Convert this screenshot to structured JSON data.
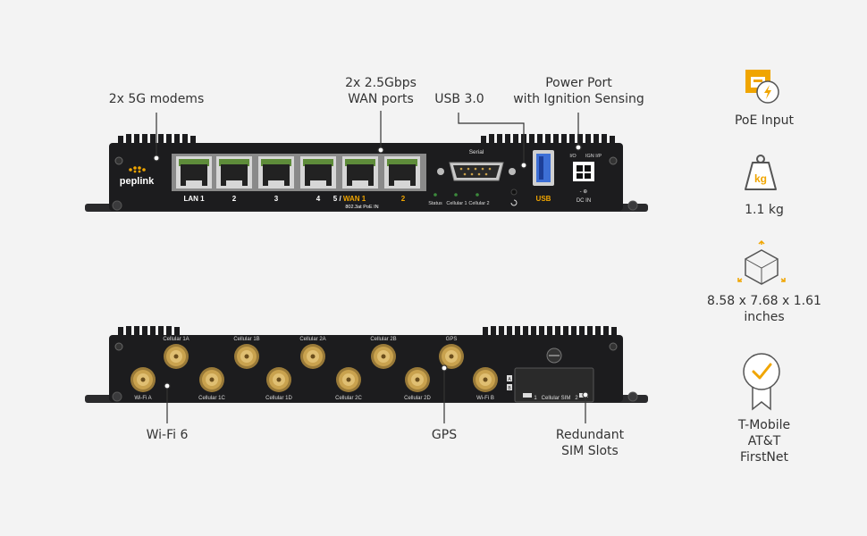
{
  "callouts": {
    "modems": "2x 5G modems",
    "wan_line1": "2x 2.5Gbps",
    "wan_line2": "WAN ports",
    "usb": "USB 3.0",
    "power_line1": "Power Port",
    "power_line2": "with Ignition Sensing",
    "wifi": "Wi-Fi 6",
    "gps": "GPS",
    "sim_line1": "Redundant",
    "sim_line2": "SIM Slots"
  },
  "front_panel": {
    "brand": "peplink",
    "port_labels": [
      "LAN 1",
      "2",
      "3",
      "4"
    ],
    "wan_label_prefix": "5 / ",
    "wan_label": "WAN 1",
    "wan2_label": "2",
    "poe_note": "802.3at PoE IN",
    "serial": "Serial",
    "led_labels": [
      "Status",
      "Cellular 1",
      "Cellular 2"
    ],
    "usb_label": "USB",
    "io_label": "I/O",
    "ign_label": "IGN I/P",
    "dc_label": "DC IN"
  },
  "rear_panel": {
    "antennas_top": [
      "Cellular 1A",
      "Cellular 1B",
      "Cellular 2A",
      "Cellular 2B",
      "GPS"
    ],
    "antennas_bottom": [
      "Wi-Fi A",
      "Cellular 1C",
      "Cellular 1D",
      "Cellular 2C",
      "Cellular 2D",
      "Wi-Fi B"
    ],
    "sim_left": "1",
    "sim_mid": "Cellular SIM",
    "sim_right": "2",
    "sim_a": "A",
    "sim_b": "B"
  },
  "specs": {
    "poe": "PoE Input",
    "weight_icon_text": "kg",
    "weight": "1.1 kg",
    "dimensions_line1": "8.58 x 7.68 x 1.61",
    "dimensions_line2": "inches",
    "carrier1": "T-Mobile",
    "carrier2": "AT&T",
    "carrier3": "FirstNet"
  },
  "colors": {
    "background": "#f3f3f3",
    "device": "#1c1c1e",
    "accent": "#f0a500",
    "icon_grey": "#555555"
  }
}
